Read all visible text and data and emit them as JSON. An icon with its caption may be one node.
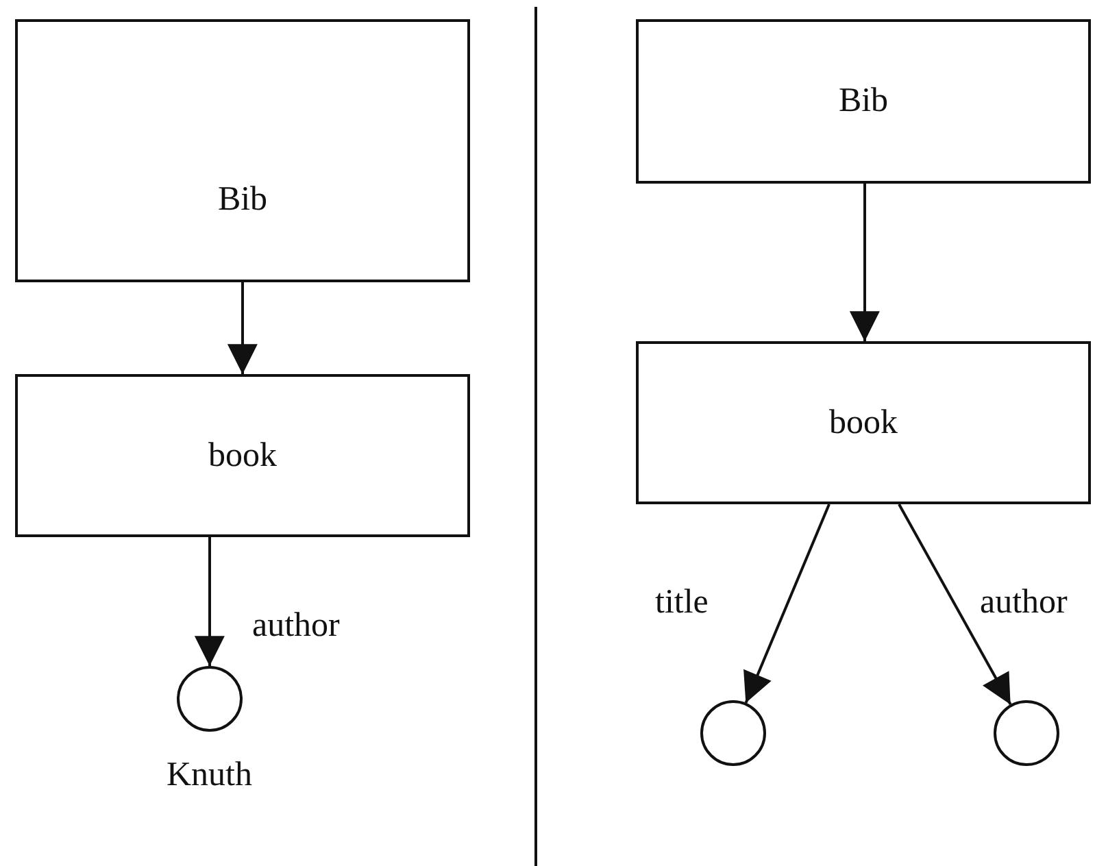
{
  "diagram": {
    "nodes": [
      {
        "text": [
          "Bib"
        ]
      },
      {
        "text": [
          "book"
        ]
      },
      {
        "text": [],
        "shape": "circle",
        "beside": [
          "Knuth"
        ]
      },
      {
        "text": [
          "Bib"
        ]
      },
      {
        "text": [
          "book"
        ]
      },
      {
        "text": [],
        "shape": "circle"
      },
      {
        "text": [],
        "shape": "circle"
      }
    ],
    "edges": [
      {
        "from": 0,
        "to": 1,
        "arrow": "to"
      },
      {
        "from": 1,
        "to": 2,
        "arrow": "to",
        "label": "author"
      },
      {
        "from": 3,
        "to": 4,
        "arrow": "to"
      },
      {
        "from": 4,
        "to": 5,
        "arrow": "to",
        "label": "title"
      },
      {
        "from": 4,
        "to": 6,
        "arrow": "to",
        "label": "author"
      }
    ]
  }
}
